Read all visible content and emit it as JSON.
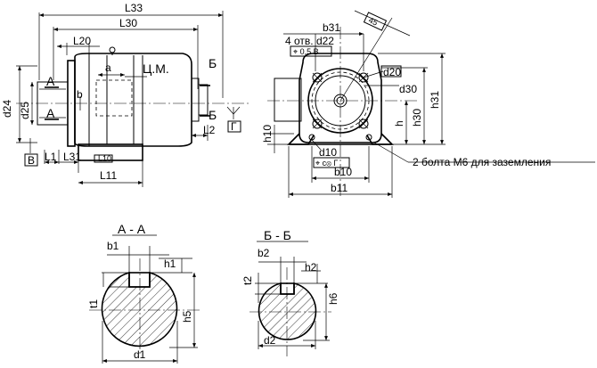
{
  "labels": {
    "L33": "L33",
    "L30": "L30",
    "L20": "L20",
    "L1": "L1",
    "L31": "L31",
    "L10": "L10",
    "L11": "L11",
    "L2": "L2",
    "d24": "d24",
    "d25": "d25",
    "a": "a",
    "b": "b",
    "cm": "Ц.М.",
    "A_top": "A",
    "A_bot": "A",
    "B_top": "Б",
    "B_bot": "Б",
    "G": "Г",
    "V": "В",
    "b31": "b31",
    "holes": "4 отв. d22",
    "tol05": "⌖ 0,5 B",
    "angle": "45",
    "d20": "d20",
    "d30": "d30",
    "h31": "h31",
    "h30": "h30",
    "h": "h",
    "h10": "h10",
    "d10": "d10",
    "tolc": "⌖ c⊗ Г",
    "bolts": "2 болта М6 для заземления",
    "b10": "b10",
    "b11": "b11",
    "secA": "А - А",
    "secB": "Б - Б",
    "b1": "b1",
    "h1": "h1",
    "t1": "t1",
    "h5": "h5",
    "d1": "d1",
    "b2": "b2",
    "h2": "h2",
    "t2": "t2",
    "h6": "h6",
    "d2": "d2"
  }
}
